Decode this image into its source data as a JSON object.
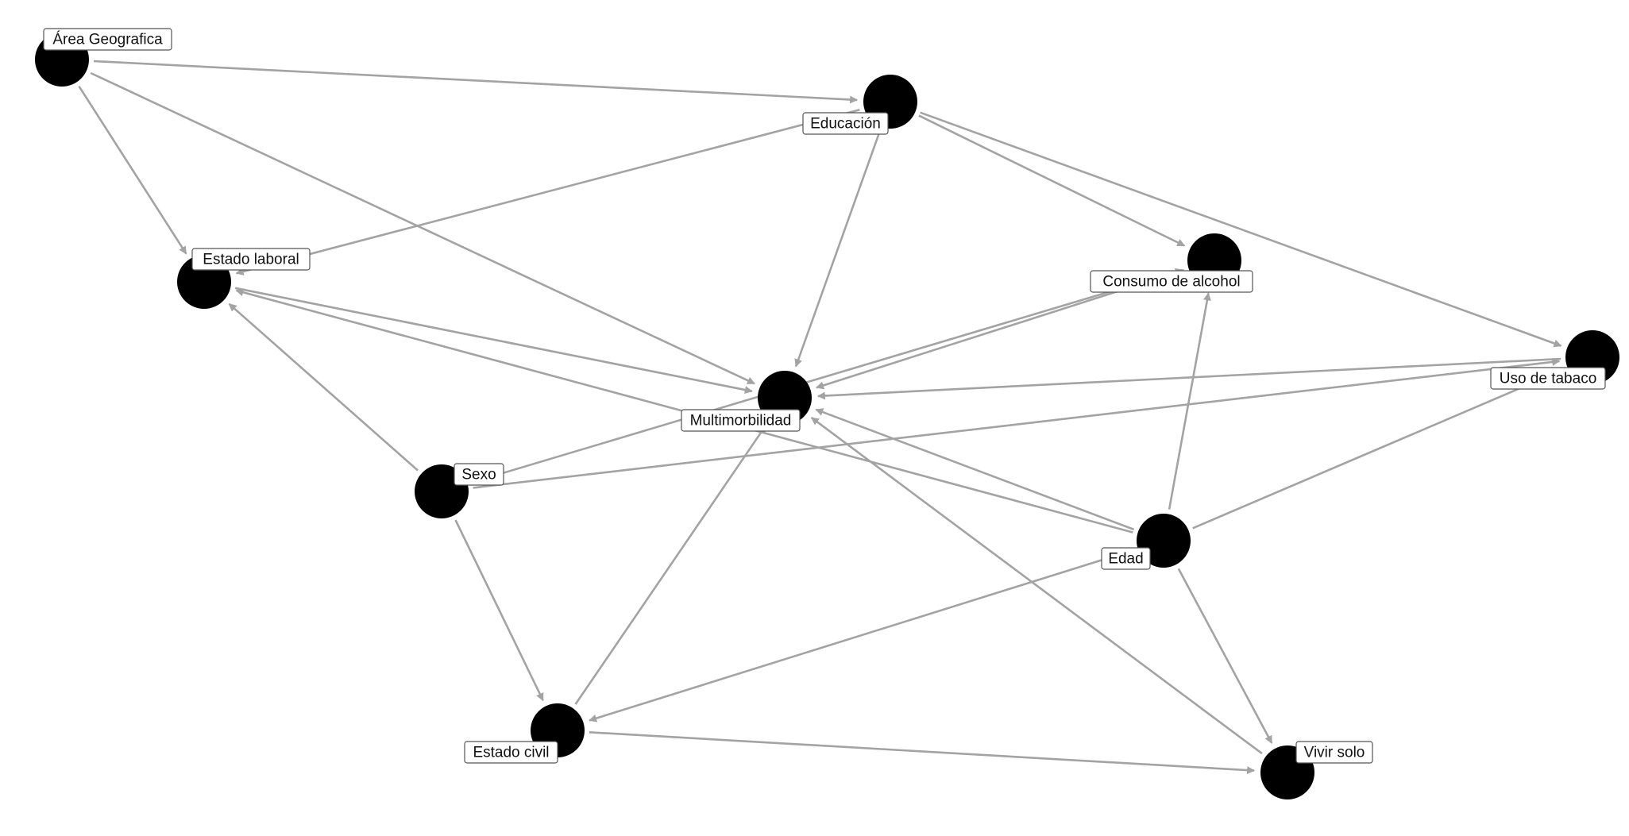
{
  "diagram": {
    "nodes": [
      {
        "id": "area",
        "label": "Área Geografica"
      },
      {
        "id": "edu",
        "label": "Educación"
      },
      {
        "id": "lab",
        "label": "Estado laboral"
      },
      {
        "id": "alc",
        "label": "Consumo de alcohol"
      },
      {
        "id": "tab",
        "label": "Uso de tabaco"
      },
      {
        "id": "multi",
        "label": "Multimorbilidad"
      },
      {
        "id": "sexo",
        "label": "Sexo"
      },
      {
        "id": "edad",
        "label": "Edad"
      },
      {
        "id": "civil",
        "label": "Estado civil"
      },
      {
        "id": "solo",
        "label": "Vivir solo"
      }
    ],
    "edges": [
      {
        "from": "area",
        "to": "edu"
      },
      {
        "from": "area",
        "to": "lab"
      },
      {
        "from": "area",
        "to": "multi"
      },
      {
        "from": "edu",
        "to": "lab"
      },
      {
        "from": "edu",
        "to": "multi"
      },
      {
        "from": "edu",
        "to": "alc"
      },
      {
        "from": "edu",
        "to": "tab"
      },
      {
        "from": "lab",
        "to": "multi"
      },
      {
        "from": "alc",
        "to": "multi"
      },
      {
        "from": "tab",
        "to": "multi"
      },
      {
        "from": "sexo",
        "to": "lab"
      },
      {
        "from": "sexo",
        "to": "alc"
      },
      {
        "from": "sexo",
        "to": "tab"
      },
      {
        "from": "sexo",
        "to": "civil"
      },
      {
        "from": "edad",
        "to": "lab"
      },
      {
        "from": "edad",
        "to": "multi"
      },
      {
        "from": "edad",
        "to": "alc"
      },
      {
        "from": "edad",
        "to": "tab"
      },
      {
        "from": "edad",
        "to": "civil"
      },
      {
        "from": "edad",
        "to": "solo"
      },
      {
        "from": "civil",
        "to": "multi"
      },
      {
        "from": "civil",
        "to": "solo"
      },
      {
        "from": "solo",
        "to": "multi"
      }
    ]
  }
}
